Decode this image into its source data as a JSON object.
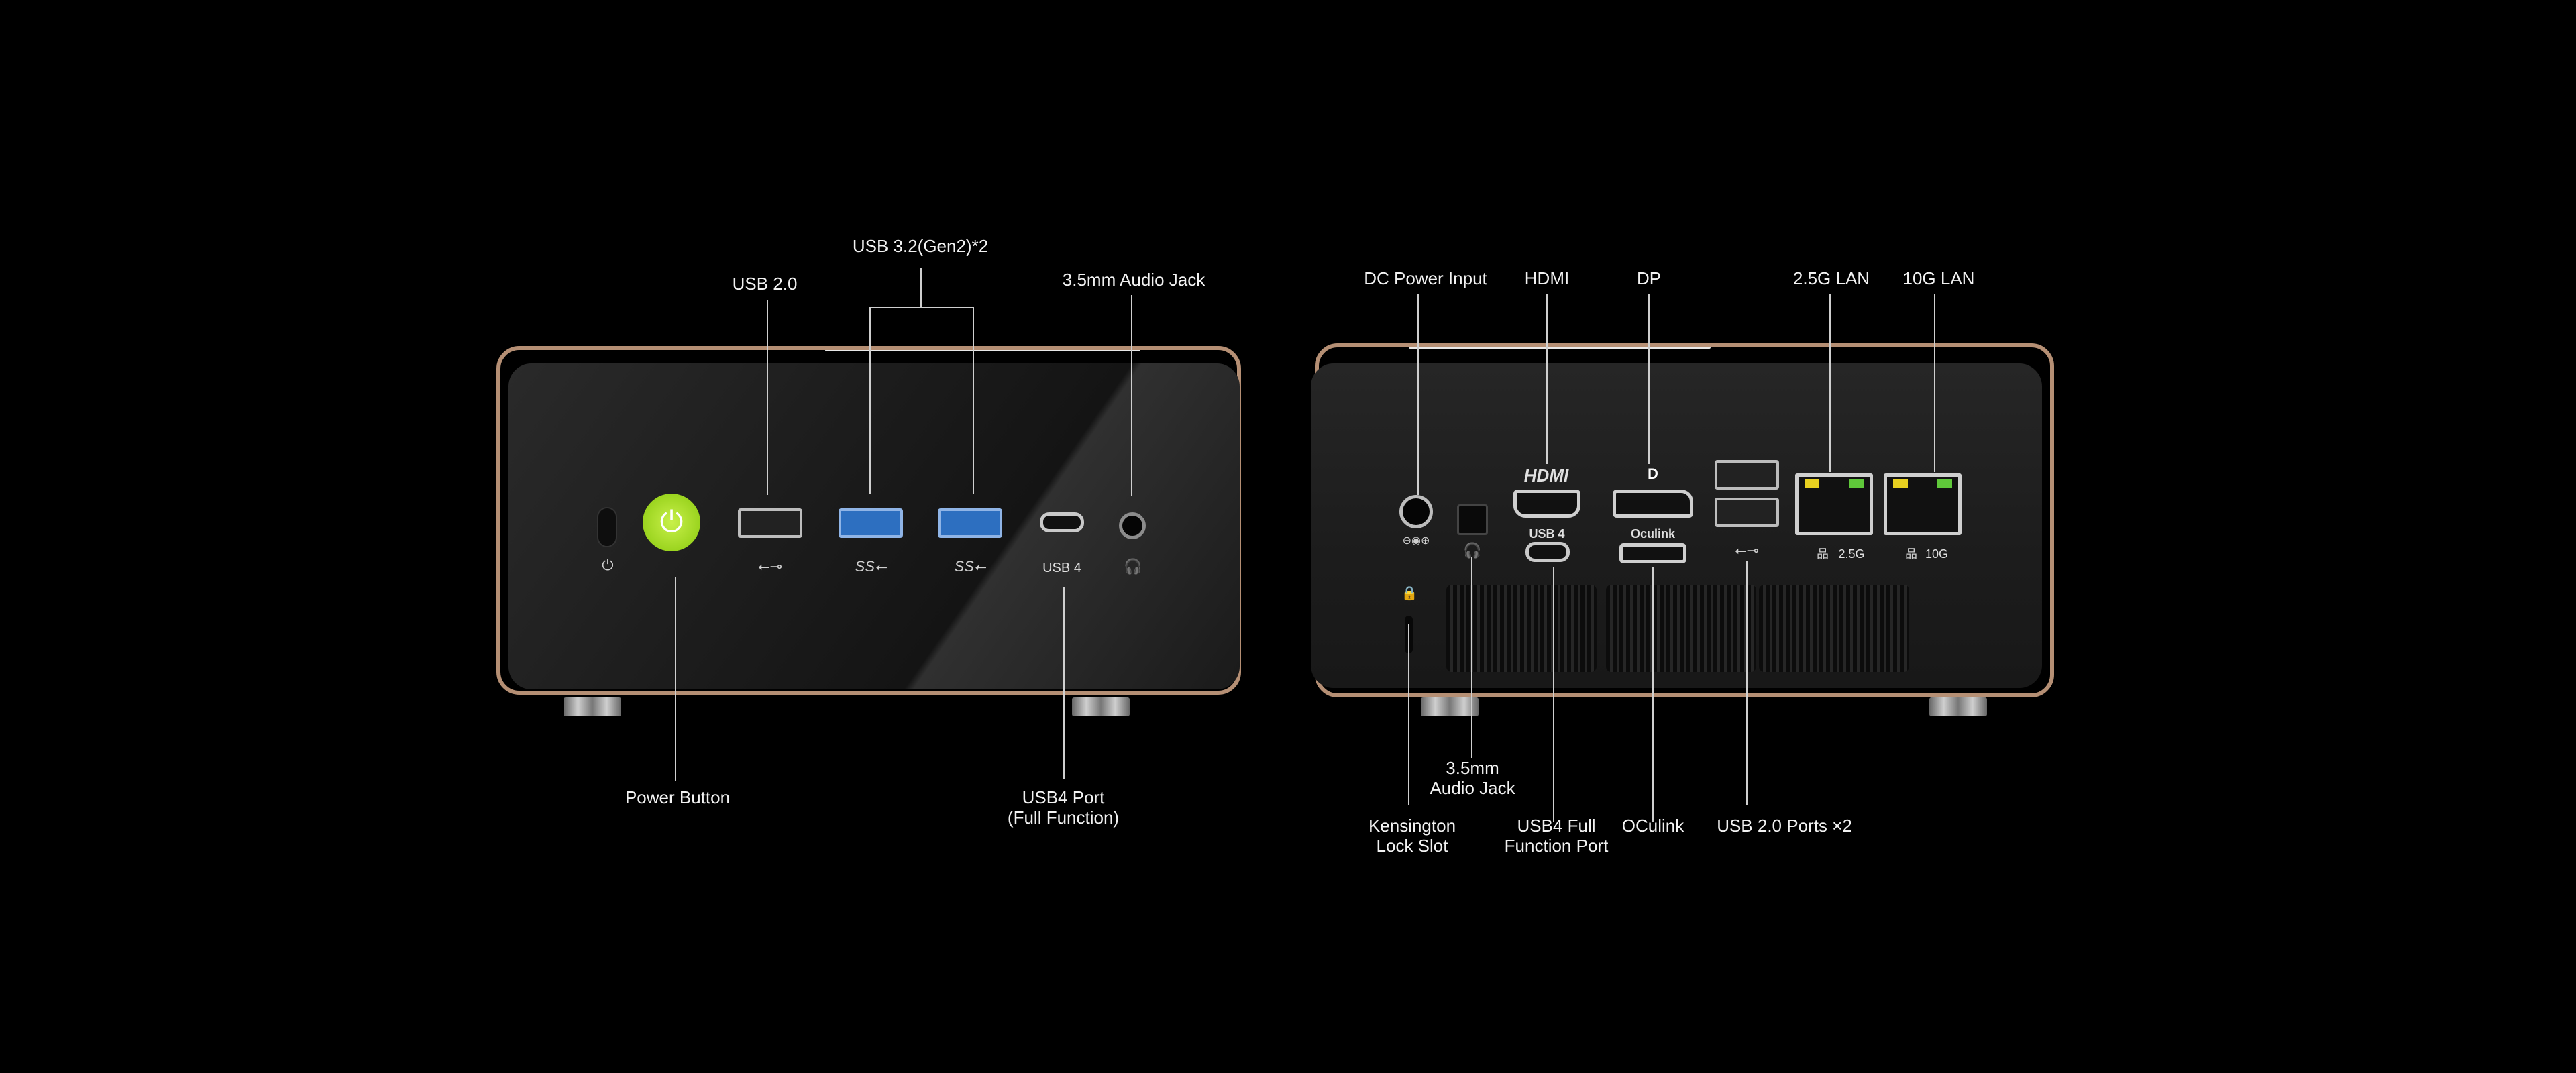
{
  "front": {
    "labels": {
      "usb20": "USB 2.0",
      "usb32": "USB 3.2(Gen2)*2",
      "audio": "3.5mm Audio Jack",
      "power": "Power Button",
      "usb4": "USB4 Port\n(Full Function)"
    },
    "port_marks": {
      "usb4": "USB 4"
    },
    "icons": [
      "power-symbol-icon",
      "usb-icon",
      "superspeed-usb-icon",
      "superspeed-usb-icon",
      "headphone-icon"
    ]
  },
  "rear": {
    "labels": {
      "dc": "DC Power Input",
      "hdmi": "HDMI",
      "dp": "DP",
      "lan25": "2.5G LAN",
      "lan10": "10G LAN",
      "audio": "3.5mm\nAudio Jack",
      "kensington": "Kensington\nLock Slot",
      "usb4": "USB4 Full\nFunction Port",
      "oculink": "OCulink",
      "usb20": "USB 2.0 Ports ×2"
    },
    "port_marks": {
      "hdmi_logo": "HDMI",
      "usb4": "USB 4",
      "oculink": "Oculink",
      "lan25": "2.5G",
      "lan10": "10G"
    }
  },
  "colors": {
    "power_button": "#9bd41f",
    "rim": "#b58f74",
    "usb3_blue": "#2d6fc0",
    "lan_led_yellow": "#e8d020",
    "lan_led_green": "#5fc83a"
  }
}
